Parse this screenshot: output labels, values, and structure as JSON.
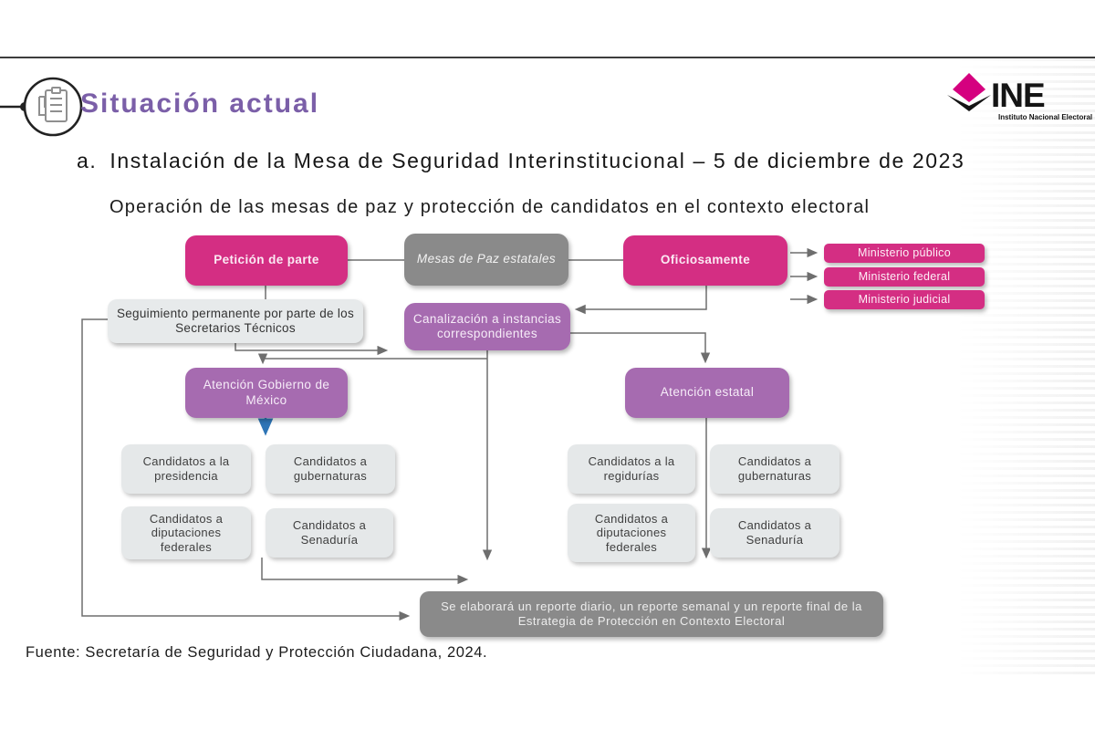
{
  "slide": {
    "title": "Situación actual",
    "heading_prefix": "a.",
    "heading_text": "Instalación de la Mesa de Seguridad Interinstitucional – 5 de diciembre de 2023",
    "subtitle": "Operación de las mesas de paz y protección de candidatos en el contexto electoral",
    "source": "Fuente: Secretaría de Seguridad y Protección Ciudadana, 2024."
  },
  "logo": {
    "acronym": "INE",
    "subtext": "Instituto Nacional Electoral"
  },
  "colors": {
    "pink": "#D42E83",
    "purple": "#A66BB0",
    "dark_gray": "#8A8A8A",
    "light_gray": "#E5E8E9",
    "title_purple": "#7B5FA8",
    "connector_gray": "#6E6E6E",
    "connector_blue": "#2E75B6",
    "logo_magenta": "#D5007F"
  },
  "diagram": {
    "nodes": {
      "peticion": "Petición de parte",
      "mesas": "Mesas de Paz estatales",
      "oficiosamente": "Oficiosamente",
      "ministerio_publico": "Ministerio público",
      "ministerio_federal": "Ministerio federal",
      "ministerio_judicial": "Ministerio judicial",
      "seguimiento": "Seguimiento permanente por parte de los Secretarios Técnicos",
      "canalizacion": "Canalización a instancias correspondientes",
      "atencion_gobierno": "Atención Gobierno de México",
      "atencion_estatal": "Atención estatal",
      "cand_presidencia": "Candidatos a la presidencia",
      "cand_gubernaturas_izq": "Candidatos a gubernaturas",
      "cand_diputaciones_izq": "Candidatos a diputaciones federales",
      "cand_senaduria_izq": "Candidatos a Senaduría",
      "cand_regidurias": "Candidatos a la regidurías",
      "cand_gubernaturas_der": "Candidatos a gubernaturas",
      "cand_diputaciones_der": "Candidatos a diputaciones federales",
      "cand_senaduria_der": "Candidatos a Senaduría",
      "reporte": "Se elaborará un reporte diario, un reporte semanal y un reporte final de la Estrategia de Protección en Contexto Electoral"
    }
  }
}
